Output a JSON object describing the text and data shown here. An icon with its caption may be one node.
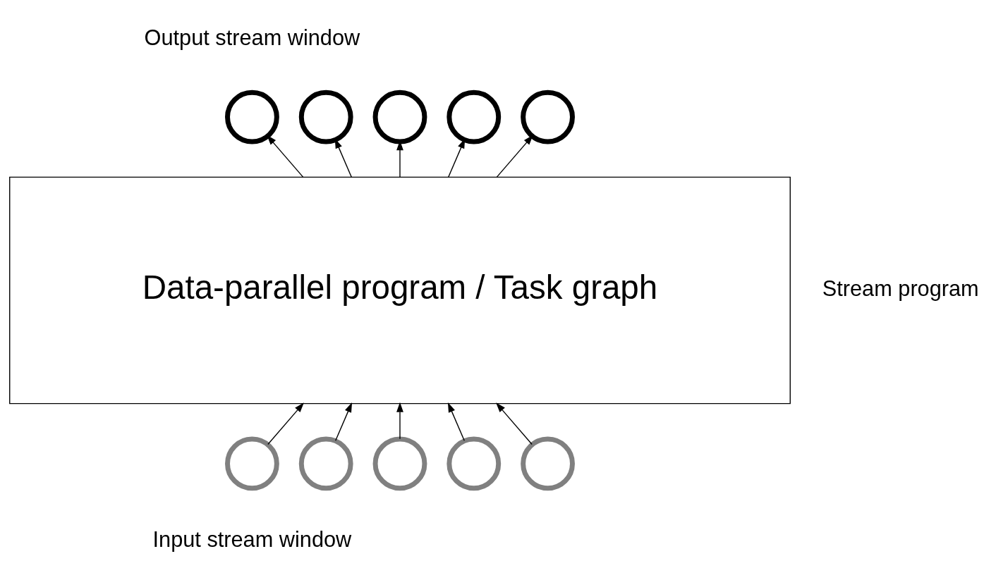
{
  "diagram": {
    "nodes": [
      {
        "text": [
          "Data-parallel program / Task graph"
        ]
      },
      {
        "text": [],
        "shape": "circle"
      },
      {
        "text": [],
        "shape": "circle"
      },
      {
        "text": [],
        "shape": "circle"
      },
      {
        "text": [],
        "shape": "circle"
      },
      {
        "text": [],
        "shape": "circle"
      },
      {
        "text": [],
        "shape": "circle"
      },
      {
        "text": [],
        "shape": "circle"
      },
      {
        "text": [],
        "shape": "circle"
      },
      {
        "text": [],
        "shape": "circle"
      },
      {
        "text": [],
        "shape": "circle"
      }
    ],
    "edges": [
      {
        "from": 0,
        "to": 1,
        "arrow": "to"
      },
      {
        "from": 0,
        "to": 2,
        "arrow": "to"
      },
      {
        "from": 0,
        "to": 3,
        "arrow": "to"
      },
      {
        "from": 0,
        "to": 4,
        "arrow": "to"
      },
      {
        "from": 0,
        "to": 5,
        "arrow": "to"
      },
      {
        "from": 6,
        "to": 0,
        "arrow": "to"
      },
      {
        "from": 7,
        "to": 0,
        "arrow": "to"
      },
      {
        "from": 8,
        "to": 0,
        "arrow": "to"
      },
      {
        "from": 9,
        "to": 0,
        "arrow": "to"
      },
      {
        "from": 10,
        "to": 0,
        "arrow": "to"
      }
    ],
    "labels": [
      "Output stream window",
      "Stream program",
      "Input stream window"
    ]
  }
}
